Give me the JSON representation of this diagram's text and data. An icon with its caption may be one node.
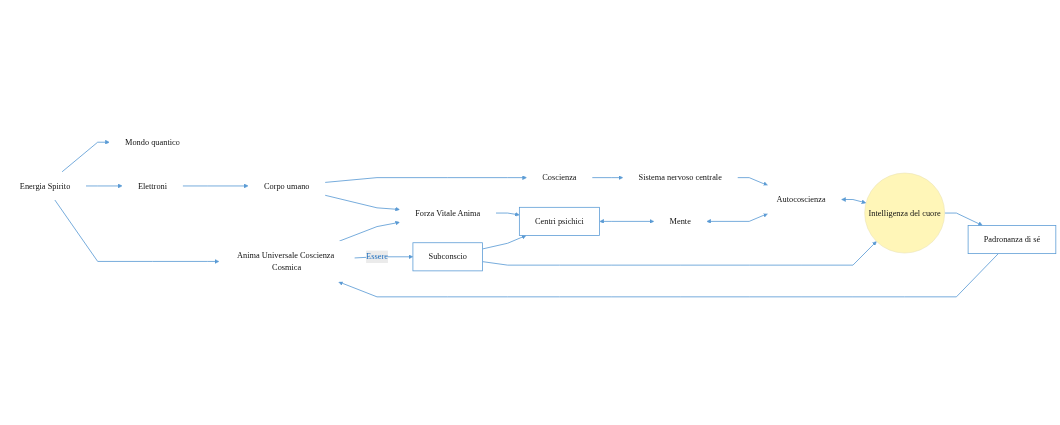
{
  "diagram": {
    "nodes": [
      {
        "text": [
          "Energia Spirito"
        ]
      },
      {
        "text": [
          "Anima Universale Coscienza Cosmica"
        ]
      },
      {
        "text": [
          "Mondo quantico"
        ]
      },
      {
        "text": [
          "Elettroni"
        ]
      },
      {
        "text": [
          "Padronanza di sé"
        ]
      },
      {
        "text": [
          "Corpo umano"
        ]
      },
      {
        "text": [
          "Coscienza"
        ]
      },
      {
        "text": [
          "Sistema nervoso centrale"
        ]
      },
      {
        "text": [
          "Autocoscienza"
        ]
      },
      {
        "text": [
          "Intelligenza del cuore"
        ]
      },
      {
        "text": [
          "Forza Vitale Anima"
        ]
      },
      {
        "text": [
          "Centri psichici"
        ]
      },
      {
        "text": [
          "Mente"
        ]
      },
      {
        "text": [
          "Subconscio"
        ]
      }
    ],
    "edges": [
      {
        "from": 0,
        "to": 1,
        "arrow": "to"
      },
      {
        "from": 0,
        "to": 2,
        "arrow": "to"
      },
      {
        "from": 0,
        "to": 3,
        "arrow": "to"
      },
      {
        "from": 3,
        "to": 5,
        "arrow": "to"
      },
      {
        "from": 5,
        "to": 6,
        "arrow": "to"
      },
      {
        "from": 6,
        "to": 7,
        "arrow": "to"
      },
      {
        "from": 7,
        "to": 8,
        "arrow": "to"
      },
      {
        "from": 8,
        "to": 9,
        "arrow": "both"
      },
      {
        "from": 9,
        "to": 4,
        "arrow": "to"
      },
      {
        "from": 4,
        "to": 1,
        "arrow": "to"
      },
      {
        "from": 5,
        "to": 10,
        "arrow": "to"
      },
      {
        "from": 10,
        "to": 11,
        "arrow": "to"
      },
      {
        "from": 11,
        "to": 12,
        "arrow": "both"
      },
      {
        "from": 12,
        "to": 8,
        "arrow": "both"
      },
      {
        "from": 13,
        "to": 9,
        "arrow": "to"
      },
      {
        "from": 13,
        "to": 11,
        "arrow": "to"
      },
      {
        "from": 1,
        "to": 13,
        "label": "Essere",
        "arrow": "to"
      },
      {
        "from": 1,
        "to": 10,
        "arrow": "to"
      }
    ]
  }
}
